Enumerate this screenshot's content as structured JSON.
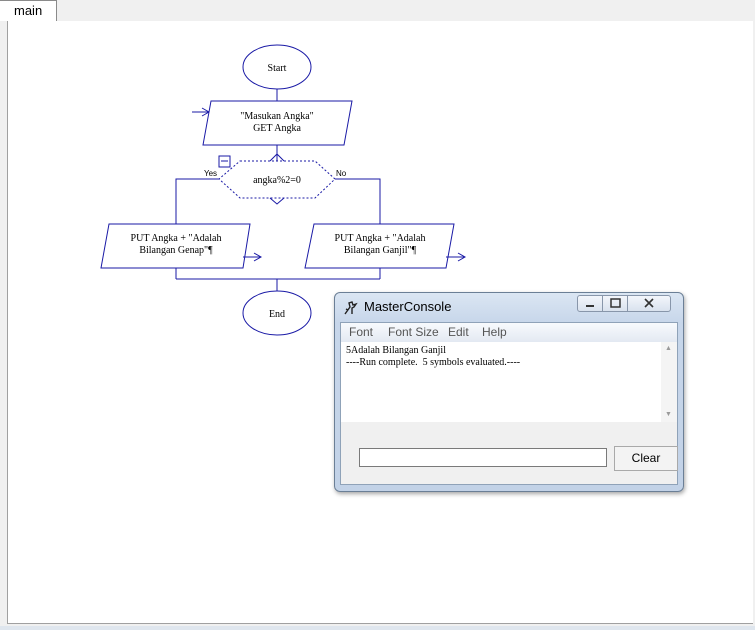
{
  "tabs": [
    {
      "label": "main"
    }
  ],
  "flowchart": {
    "start": "Start",
    "input_line1": "\"Masukan Angka\"",
    "input_line2": "GET Angka",
    "decision": "angka%2=0",
    "yes": "Yes",
    "no": "No",
    "put_even_line1": "PUT Angka + \"Adalah",
    "put_even_line2": "Bilangan Genap\"¶",
    "put_odd_line1": "PUT Angka + \"Adalah",
    "put_odd_line2": "Bilangan Ganjil\"¶",
    "end": "End",
    "stroke_color": "#1a1aa6"
  },
  "console": {
    "title": "MasterConsole",
    "menu": [
      "Font",
      "Font Size",
      "Edit",
      "Help"
    ],
    "output_lines": [
      "5Adalah Bilangan Ganjil",
      "----Run complete.  5 symbols evaluated.----"
    ],
    "input_value": "",
    "clear_label": "Clear"
  }
}
